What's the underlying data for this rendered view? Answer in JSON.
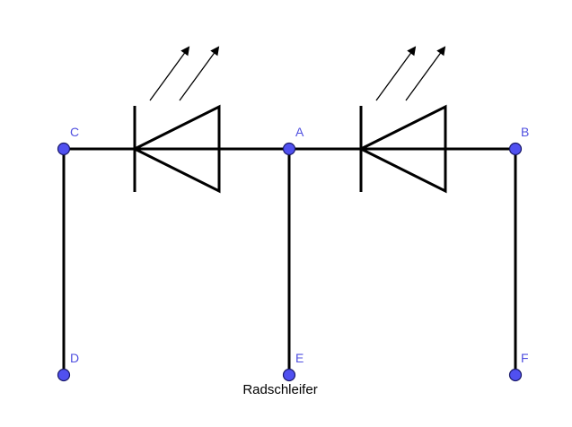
{
  "diagram": {
    "type": "circuit-schematic",
    "nodes": [
      {
        "id": "C",
        "label": "C"
      },
      {
        "id": "A",
        "label": "A"
      },
      {
        "id": "B",
        "label": "B"
      },
      {
        "id": "D",
        "label": "D"
      },
      {
        "id": "E",
        "label": "E"
      },
      {
        "id": "F",
        "label": "F"
      }
    ],
    "components": [
      {
        "id": "led-1",
        "kind": "LED",
        "between": [
          "C",
          "A"
        ],
        "cathode": "C",
        "anode": "A"
      },
      {
        "id": "led-2",
        "kind": "LED",
        "between": [
          "A",
          "B"
        ],
        "cathode": "A",
        "anode": "B"
      }
    ],
    "wires": [
      [
        "C",
        "D"
      ],
      [
        "A",
        "E"
      ],
      [
        "B",
        "F"
      ]
    ],
    "caption": "Radschleifer",
    "colors": {
      "node": "#5050f0",
      "label": "#5050e0",
      "wire": "#000000"
    }
  }
}
